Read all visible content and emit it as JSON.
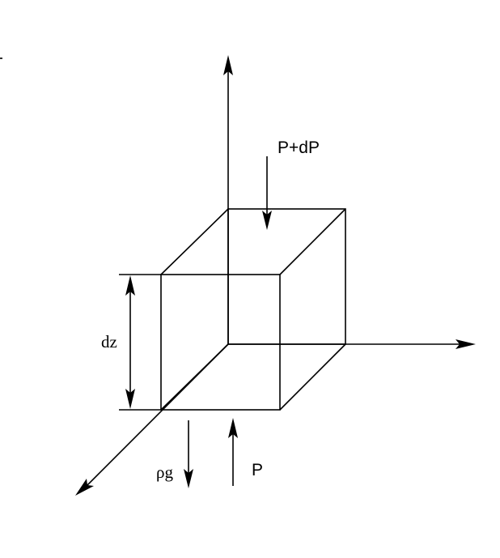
{
  "labels": {
    "top_pressure": "P+dP",
    "bottom_pressure": "P",
    "weight": "ρg",
    "height": "dz"
  },
  "colors": {
    "stroke": "#000000",
    "background": "#ffffff"
  }
}
